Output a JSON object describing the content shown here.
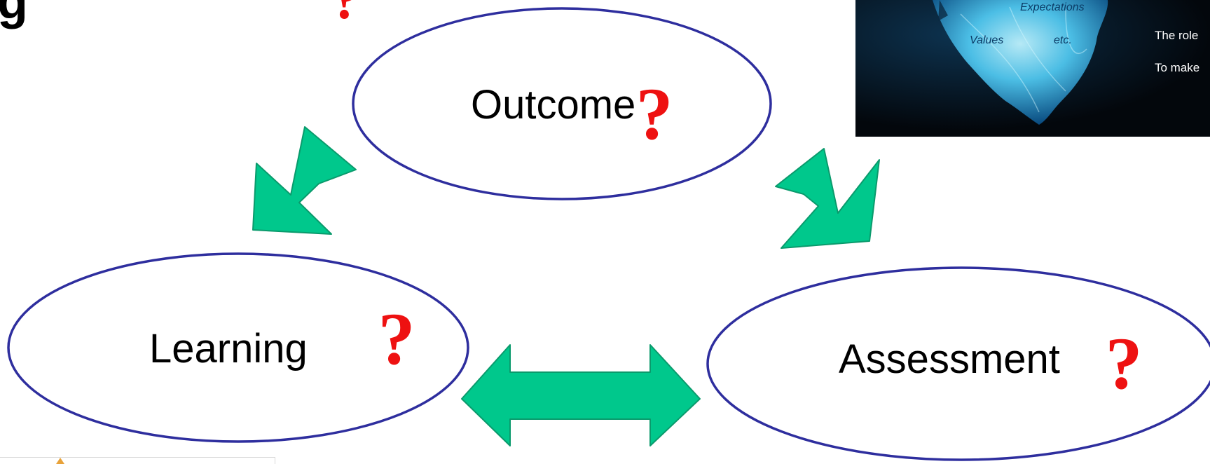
{
  "slide": {
    "title_fragment": "g",
    "title_question": "?"
  },
  "nodes": {
    "outcome": {
      "label": "Outcome",
      "mark": "?"
    },
    "learning": {
      "label": "Learning",
      "mark": "?"
    },
    "assessment": {
      "label": "Assessment",
      "mark": "?"
    }
  },
  "iceberg": {
    "labels": [
      "Expectations",
      "Values",
      "etc."
    ],
    "captions": [
      "The role",
      "To make"
    ]
  },
  "colors": {
    "ellipse_stroke": "#2e2e9e",
    "arrow_fill": "#00c88c",
    "arrow_stroke": "#0a9a6c",
    "question_mark": "#ee1111"
  }
}
